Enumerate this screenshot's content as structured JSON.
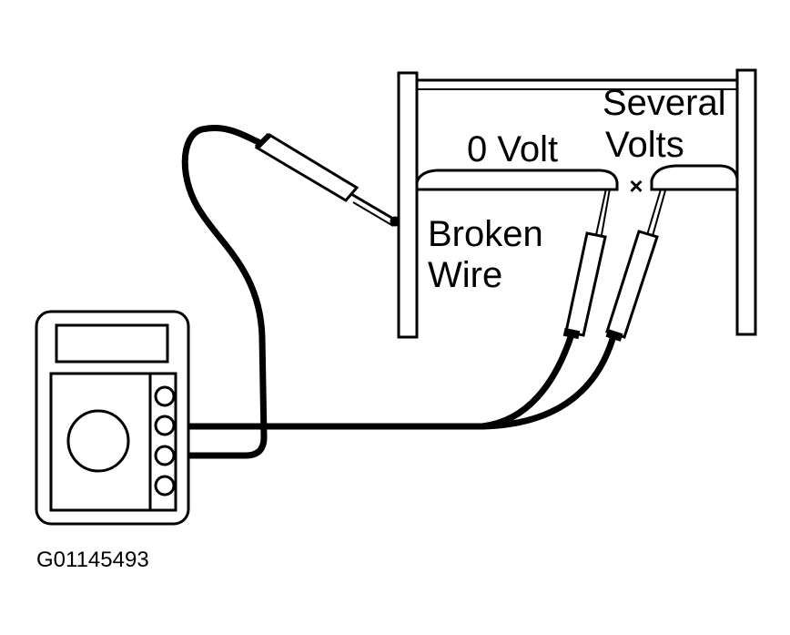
{
  "labels": {
    "zero_volt": "0 Volt",
    "several": "Several",
    "volts": "Volts",
    "broken": "Broken",
    "wire": "Wire",
    "break_mark": "×"
  },
  "figure_id": "G01145493",
  "colors": {
    "ink": "#000000",
    "paper": "#ffffff"
  }
}
